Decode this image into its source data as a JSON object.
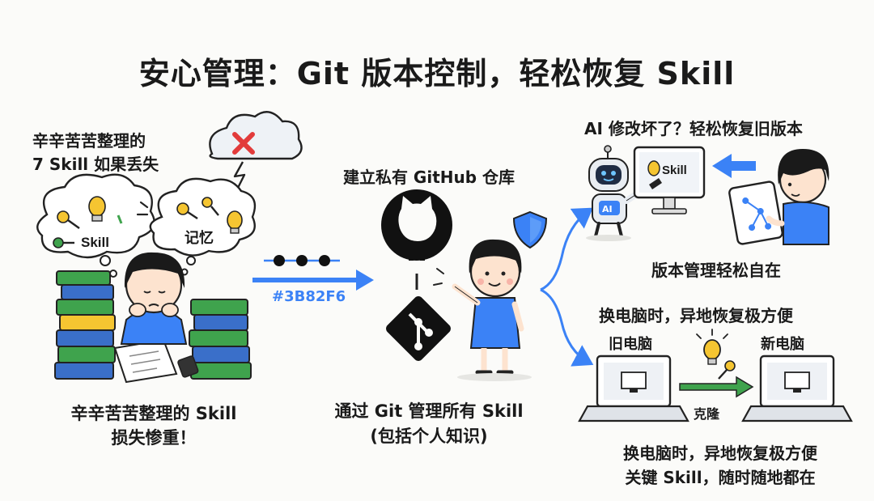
{
  "title": "安心管理：Git 版本控制，轻松恢复 Skill",
  "left": {
    "top_caption_line1": "辛辛苦苦整理的",
    "top_caption_line2": "7 Skill 如果丢失",
    "bubble_left_label": "Skill",
    "bubble_right_label": "记忆",
    "bottom_caption_line1": "辛辛苦苦整理的 Skill",
    "bottom_caption_line2": "损失惨重！"
  },
  "arrow_label": "#3B82F6",
  "middle": {
    "top_caption": "建立私有 GitHub 仓库",
    "bottom_caption_line1": "通过 Git 管理所有 Skill",
    "bottom_caption_line2": "(包括个人知识)"
  },
  "right_top": {
    "caption": "AI 修改坏了？轻松恢复旧版本",
    "robot_badge": "AI",
    "monitor_label": "Skill",
    "bottom_caption": "版本管理轻松自在"
  },
  "right_bottom": {
    "caption": "换电脑时，异地恢复极方便",
    "old_label": "旧电脑",
    "new_label": "新电脑",
    "clone_label": "克隆",
    "bottom_caption_line1": "换电脑时，异地恢复极方便",
    "bottom_caption_line2": "关键 Skill，随时随地都在"
  },
  "colors": {
    "accent": "#3B82F6",
    "green": "#3fa34d",
    "yellow": "#f5c531",
    "red": "#e23b3b",
    "skin": "#fde3cf",
    "dark": "#1a1a1a"
  }
}
